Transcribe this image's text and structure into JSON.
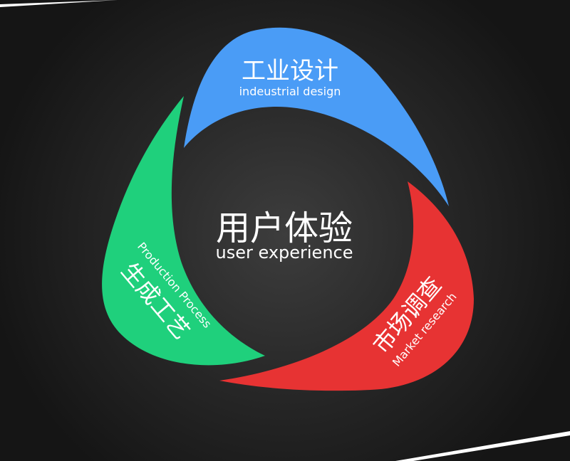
{
  "center": {
    "title": "用户体验",
    "subtitle": "user experience"
  },
  "segments": [
    {
      "title": "工业设计",
      "subtitle": "indeustrial design",
      "color": "#4a9cf6"
    },
    {
      "title": "市场调查",
      "subtitle": "Market research",
      "color": "#e73333"
    },
    {
      "title": "生成工艺",
      "subtitle": "Production Process",
      "color": "#1fd07c"
    }
  ],
  "colors": {
    "background": "#1f1f1f",
    "center_glow": "#3a3a3a",
    "stripe": "#ffffff"
  }
}
